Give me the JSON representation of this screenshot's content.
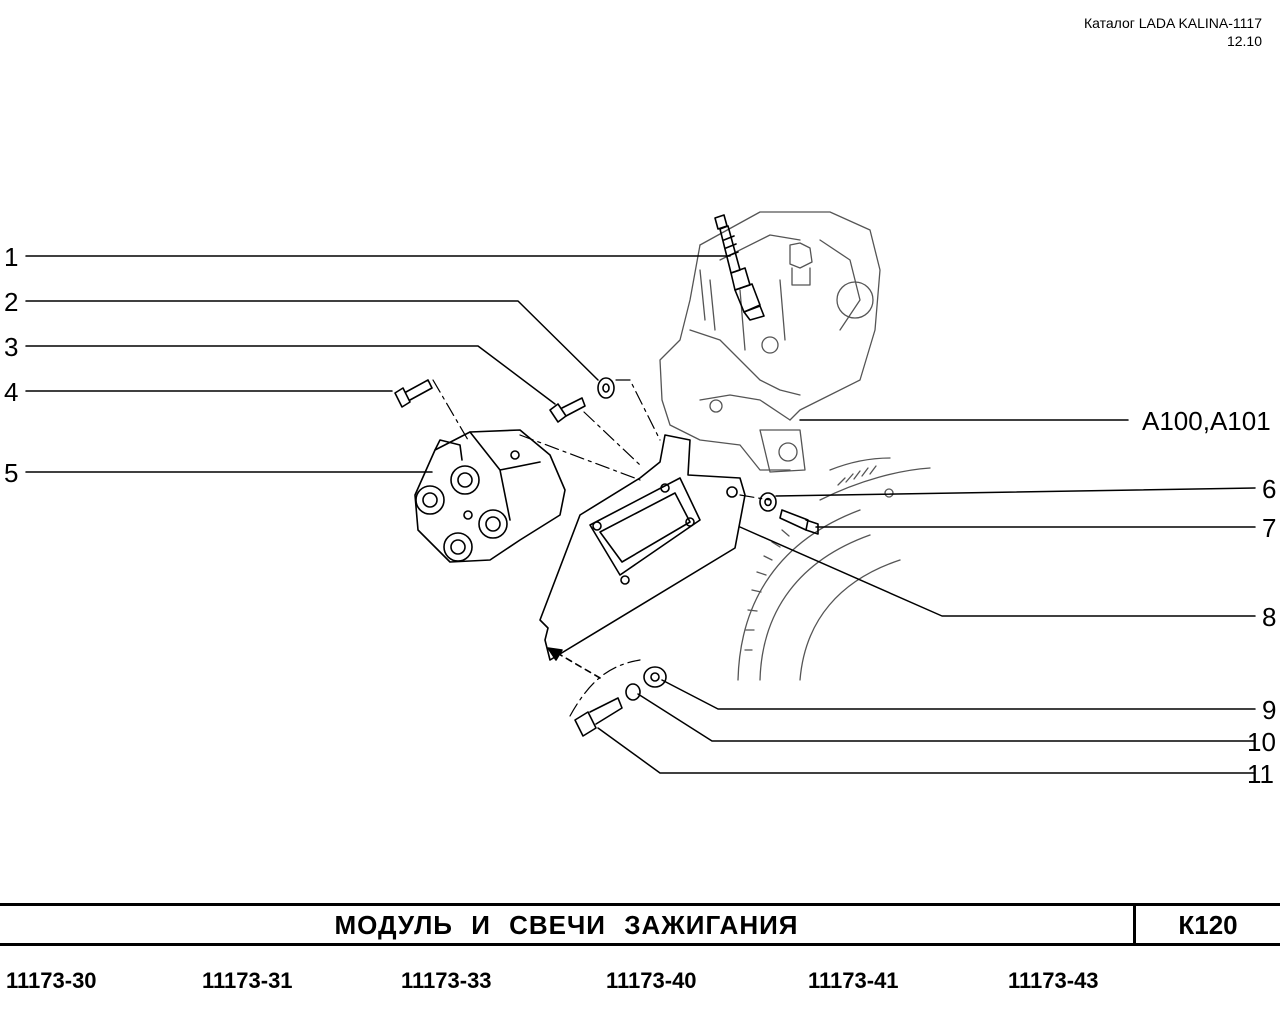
{
  "header": {
    "catalog": "Каталог LADA KALINA-1117",
    "date": "12.10"
  },
  "callouts": [
    "1",
    "2",
    "3",
    "4",
    "5",
    "6",
    "7",
    "8",
    "9",
    "10",
    "11"
  ],
  "assembly_ref": "A100,A101",
  "title": "МОДУЛЬ  И  СВЕЧИ  ЗАЖИГАНИЯ",
  "page_code": "К120",
  "models": [
    "11173-30",
    "11173-31",
    "11173-33",
    "11173-40",
    "11173-41",
    "11173-43"
  ]
}
